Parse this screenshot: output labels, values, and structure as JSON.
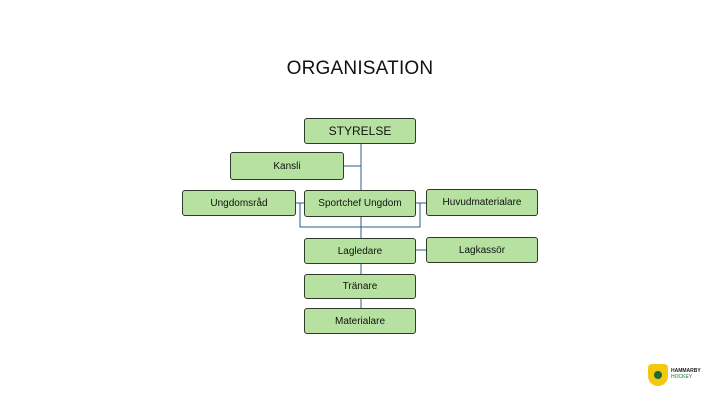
{
  "title": "ORGANISATION",
  "nodes": {
    "styrelse": "STYRELSE",
    "kansli": "Kansli",
    "ungdomsrad": "Ungdomsråd",
    "sportchef": "Sportchef Ungdom",
    "huvudmaterialare": "Huvudmaterialare",
    "lagledare": "Lagledare",
    "lagkassor": "Lagkassör",
    "tranare": "Tränare",
    "materialare": "Materialare"
  },
  "logo": {
    "line1": "HAMMARBY",
    "line2": "HOCKEY"
  },
  "colors": {
    "box_fill": "#b7e1a1",
    "box_border": "#2f3b2a",
    "connector": "#2e5f86"
  }
}
